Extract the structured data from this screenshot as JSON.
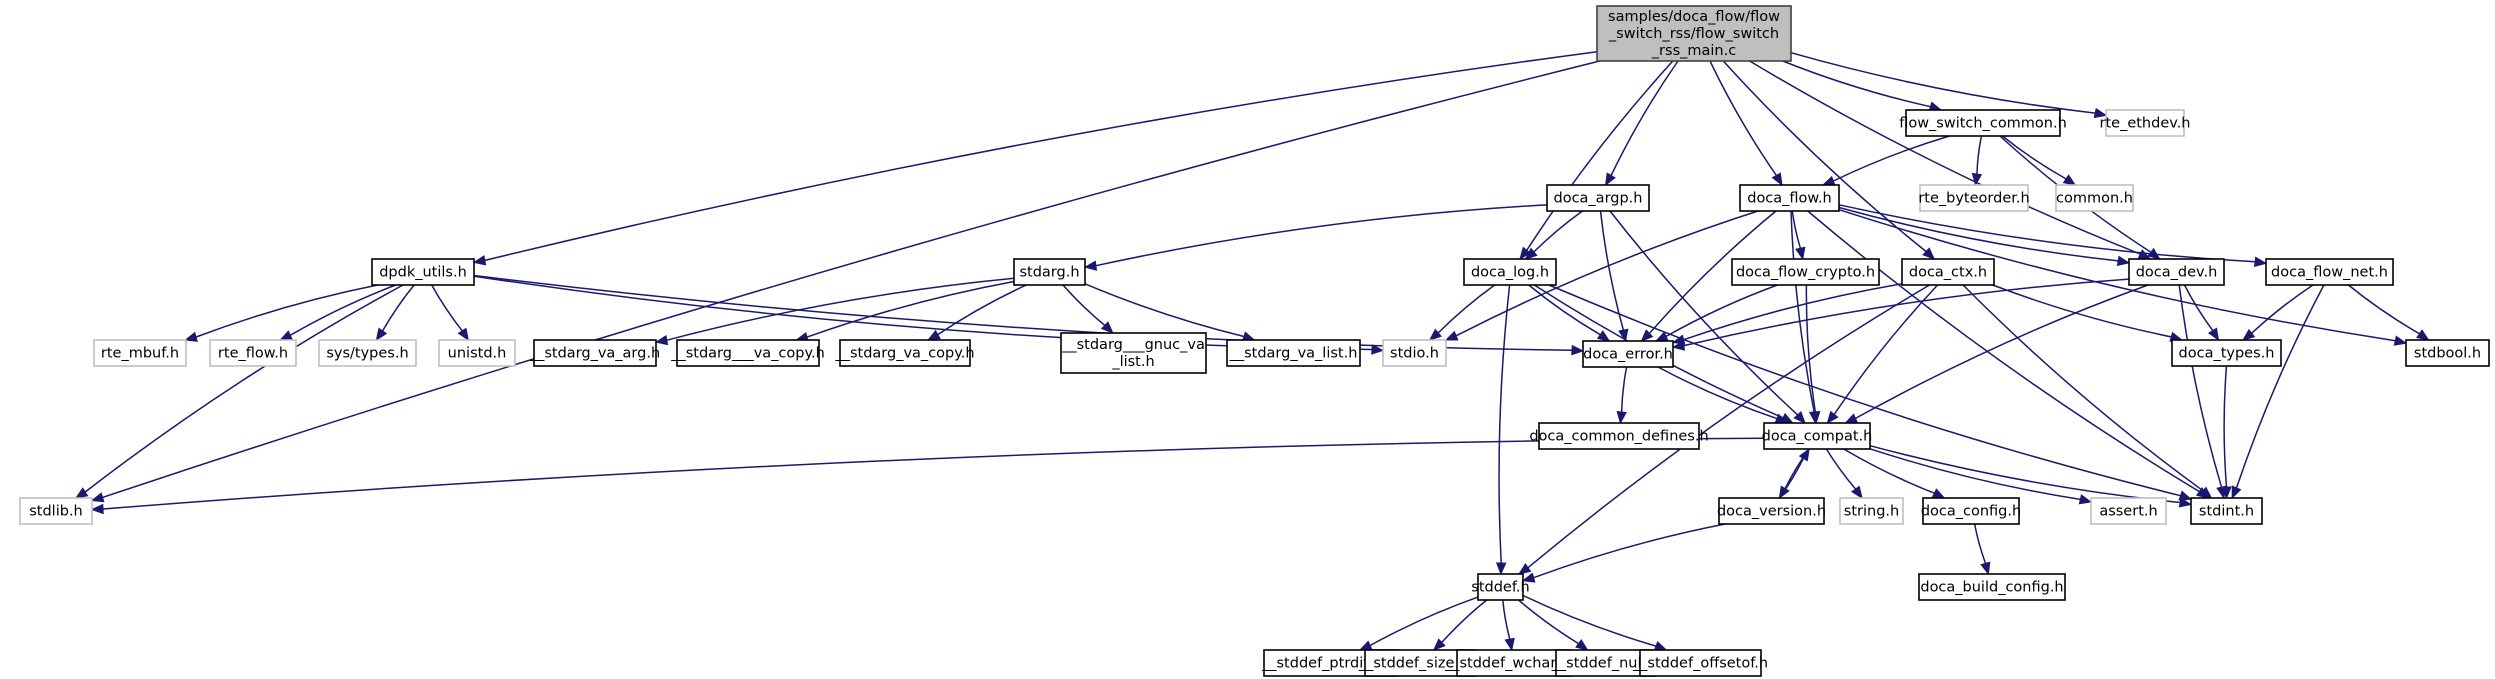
{
  "graph": {
    "title": "Include dependency graph for flow_switch_rss_main.c",
    "colors": {
      "edge": "#191970",
      "root_fill": "#bfbfbf",
      "documented_border": "#000000",
      "external_border": "#bfbfbf"
    },
    "nodes": [
      {
        "id": "root",
        "kind": "root",
        "lines": [
          "samples/doca_flow/flow",
          "_switch_rss/flow_switch",
          "_rss_main.c"
        ]
      },
      {
        "id": "flow_switch_common",
        "kind": "doc",
        "lines": [
          "flow_switch_common.h"
        ]
      },
      {
        "id": "rte_ethdev",
        "kind": "ext",
        "lines": [
          "rte_ethdev.h"
        ]
      },
      {
        "id": "doca_argp",
        "kind": "doc",
        "lines": [
          "doca_argp.h"
        ]
      },
      {
        "id": "doca_flow",
        "kind": "doc",
        "lines": [
          "doca_flow.h"
        ]
      },
      {
        "id": "rte_byteorder",
        "kind": "ext",
        "lines": [
          "rte_byteorder.h"
        ]
      },
      {
        "id": "common",
        "kind": "ext",
        "lines": [
          "common.h"
        ]
      },
      {
        "id": "dpdk_utils",
        "kind": "doc",
        "lines": [
          "dpdk_utils.h"
        ]
      },
      {
        "id": "stdarg",
        "kind": "doc",
        "lines": [
          "stdarg.h"
        ]
      },
      {
        "id": "doca_log",
        "kind": "doc",
        "lines": [
          "doca_log.h"
        ]
      },
      {
        "id": "doca_flow_crypto",
        "kind": "doc",
        "lines": [
          "doca_flow_crypto.h"
        ]
      },
      {
        "id": "doca_ctx",
        "kind": "doc",
        "lines": [
          "doca_ctx.h"
        ]
      },
      {
        "id": "doca_dev",
        "kind": "doc",
        "lines": [
          "doca_dev.h"
        ]
      },
      {
        "id": "doca_flow_net",
        "kind": "doc",
        "lines": [
          "doca_flow_net.h"
        ]
      },
      {
        "id": "rte_mbuf",
        "kind": "ext",
        "lines": [
          "rte_mbuf.h"
        ]
      },
      {
        "id": "rte_flow",
        "kind": "ext",
        "lines": [
          "rte_flow.h"
        ]
      },
      {
        "id": "sys_types",
        "kind": "ext",
        "lines": [
          "sys/types.h"
        ]
      },
      {
        "id": "unistd",
        "kind": "ext",
        "lines": [
          "unistd.h"
        ]
      },
      {
        "id": "stdarg_va_arg",
        "kind": "doc",
        "lines": [
          "__stdarg_va_arg.h"
        ]
      },
      {
        "id": "stdarg___va_copy",
        "kind": "doc",
        "lines": [
          "__stdarg___va_copy.h"
        ]
      },
      {
        "id": "stdarg_va_copy",
        "kind": "doc",
        "lines": [
          "__stdarg_va_copy.h"
        ]
      },
      {
        "id": "stdarg___gnuc_va_list",
        "kind": "doc",
        "lines": [
          "__stdarg___gnuc_va",
          "_list.h"
        ]
      },
      {
        "id": "stdarg_va_list",
        "kind": "doc",
        "lines": [
          "__stdarg_va_list.h"
        ]
      },
      {
        "id": "stdio",
        "kind": "ext",
        "lines": [
          "stdio.h"
        ]
      },
      {
        "id": "doca_error",
        "kind": "doc",
        "lines": [
          "doca_error.h"
        ]
      },
      {
        "id": "doca_types",
        "kind": "doc",
        "lines": [
          "doca_types.h"
        ]
      },
      {
        "id": "stdbool",
        "kind": "doc",
        "lines": [
          "stdbool.h"
        ]
      },
      {
        "id": "doca_common_defines",
        "kind": "doc",
        "lines": [
          "doca_common_defines.h"
        ]
      },
      {
        "id": "doca_compat",
        "kind": "doc",
        "lines": [
          "doca_compat.h"
        ]
      },
      {
        "id": "stdlib",
        "kind": "ext",
        "lines": [
          "stdlib.h"
        ]
      },
      {
        "id": "doca_version",
        "kind": "doc",
        "lines": [
          "doca_version.h"
        ]
      },
      {
        "id": "string",
        "kind": "ext",
        "lines": [
          "string.h"
        ]
      },
      {
        "id": "doca_config",
        "kind": "doc",
        "lines": [
          "doca_config.h"
        ]
      },
      {
        "id": "assert",
        "kind": "ext",
        "lines": [
          "assert.h"
        ]
      },
      {
        "id": "stdint",
        "kind": "doc",
        "lines": [
          "stdint.h"
        ]
      },
      {
        "id": "doca_build_config",
        "kind": "doc",
        "lines": [
          "doca_build_config.h"
        ]
      },
      {
        "id": "stddef",
        "kind": "doc",
        "lines": [
          "stddef.h"
        ]
      },
      {
        "id": "stddef_ptrdiff_t",
        "kind": "doc",
        "lines": [
          "__stddef_ptrdiff_t.h"
        ]
      },
      {
        "id": "stddef_size_t",
        "kind": "doc",
        "lines": [
          "__stddef_size_t.h"
        ]
      },
      {
        "id": "stddef_wchar_t",
        "kind": "doc",
        "lines": [
          "__stddef_wchar_t.h"
        ]
      },
      {
        "id": "stddef_null",
        "kind": "doc",
        "lines": [
          "__stddef_null.h"
        ]
      },
      {
        "id": "stddef_offsetof",
        "kind": "doc",
        "lines": [
          "__stddef_offsetof.h"
        ]
      }
    ],
    "edges": [
      [
        "root",
        "stdlib"
      ],
      [
        "root",
        "dpdk_utils"
      ],
      [
        "root",
        "doca_log"
      ],
      [
        "root",
        "doca_argp"
      ],
      [
        "root",
        "doca_ctx"
      ],
      [
        "root",
        "doca_flow"
      ],
      [
        "root",
        "doca_dev"
      ],
      [
        "root",
        "flow_switch_common"
      ],
      [
        "root",
        "rte_ethdev"
      ],
      [
        "flow_switch_common",
        "doca_flow"
      ],
      [
        "flow_switch_common",
        "rte_byteorder"
      ],
      [
        "flow_switch_common",
        "common"
      ],
      [
        "flow_switch_common",
        "doca_dev"
      ],
      [
        "doca_argp",
        "stdarg"
      ],
      [
        "doca_argp",
        "doca_log"
      ],
      [
        "doca_argp",
        "doca_error"
      ],
      [
        "doca_argp",
        "doca_compat"
      ],
      [
        "doca_flow",
        "stdio"
      ],
      [
        "doca_flow",
        "doca_error"
      ],
      [
        "doca_flow",
        "doca_flow_crypto"
      ],
      [
        "doca_flow",
        "doca_compat"
      ],
      [
        "doca_flow",
        "doca_dev"
      ],
      [
        "doca_flow",
        "doca_flow_net"
      ],
      [
        "doca_flow",
        "stdint"
      ],
      [
        "doca_flow",
        "stdbool"
      ],
      [
        "dpdk_utils",
        "stdlib"
      ],
      [
        "dpdk_utils",
        "rte_mbuf"
      ],
      [
        "dpdk_utils",
        "rte_flow"
      ],
      [
        "dpdk_utils",
        "sys_types"
      ],
      [
        "dpdk_utils",
        "unistd"
      ],
      [
        "dpdk_utils",
        "stdio"
      ],
      [
        "dpdk_utils",
        "doca_error"
      ],
      [
        "stdarg",
        "stdarg_va_arg"
      ],
      [
        "stdarg",
        "stdarg___va_copy"
      ],
      [
        "stdarg",
        "stdarg_va_copy"
      ],
      [
        "stdarg",
        "stdarg___gnuc_va_list"
      ],
      [
        "stdarg",
        "stdarg_va_list"
      ],
      [
        "doca_log",
        "stdio"
      ],
      [
        "doca_log",
        "doca_error"
      ],
      [
        "doca_log",
        "doca_compat"
      ],
      [
        "doca_log",
        "stddef"
      ],
      [
        "doca_log",
        "stdint"
      ],
      [
        "doca_flow_crypto",
        "doca_error"
      ],
      [
        "doca_flow_crypto",
        "doca_compat"
      ],
      [
        "doca_ctx",
        "doca_error"
      ],
      [
        "doca_ctx",
        "doca_types"
      ],
      [
        "doca_ctx",
        "stddef"
      ],
      [
        "doca_ctx",
        "stdint"
      ],
      [
        "doca_ctx",
        "doca_compat"
      ],
      [
        "doca_dev",
        "doca_error"
      ],
      [
        "doca_dev",
        "doca_types"
      ],
      [
        "doca_dev",
        "doca_compat"
      ],
      [
        "doca_dev",
        "stdint"
      ],
      [
        "doca_flow_net",
        "doca_types"
      ],
      [
        "doca_flow_net",
        "stdint"
      ],
      [
        "doca_flow_net",
        "stdbool"
      ],
      [
        "doca_types",
        "stdint"
      ],
      [
        "doca_error",
        "doca_common_defines"
      ],
      [
        "doca_error",
        "doca_compat"
      ],
      [
        "doca_compat",
        "stdlib"
      ],
      [
        "doca_compat",
        "doca_version"
      ],
      [
        "doca_compat",
        "string"
      ],
      [
        "doca_compat",
        "doca_config"
      ],
      [
        "doca_compat",
        "assert"
      ],
      [
        "doca_compat",
        "stdint"
      ],
      [
        "doca_version",
        "doca_compat"
      ],
      [
        "doca_version",
        "stddef"
      ],
      [
        "doca_config",
        "doca_build_config"
      ],
      [
        "stddef",
        "stddef_ptrdiff_t"
      ],
      [
        "stddef",
        "stddef_size_t"
      ],
      [
        "stddef",
        "stddef_wchar_t"
      ],
      [
        "stddef",
        "stddef_null"
      ],
      [
        "stddef",
        "stddef_offsetof"
      ]
    ]
  }
}
